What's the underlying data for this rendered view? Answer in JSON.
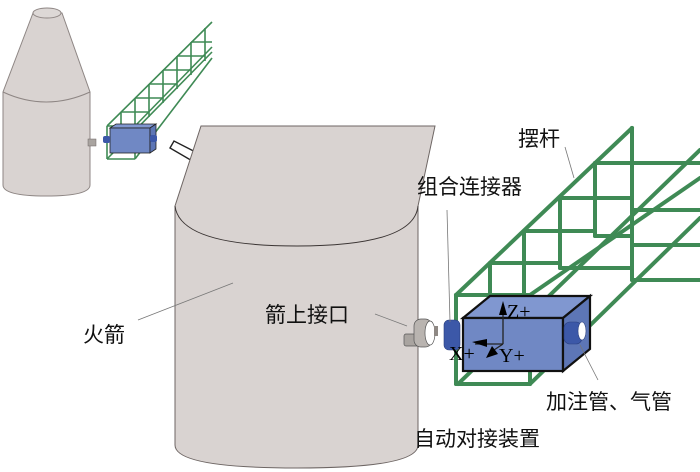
{
  "figure": {
    "labels": {
      "swing_arm": "摆杆",
      "combined_connector": "组合连接器",
      "rocket": "火箭",
      "rocket_interface": "箭上接口",
      "fill_gas_pipes": "加注管、气管",
      "auto_docking_device": "自动对接装置"
    },
    "axes": {
      "z": "Z+",
      "x": "X+",
      "y": "Y+"
    },
    "colors": {
      "rocket_body": "#d9d3d1",
      "rocket_outline": "#6e6664",
      "truss": "#3f8a55",
      "box_face": "#7088c4",
      "box_top": "#8097d0",
      "box_side": "#5d76b6",
      "connector": "#3c58a8",
      "interface": "#a9a4a0",
      "arrow_fill": "#ffffff"
    }
  }
}
